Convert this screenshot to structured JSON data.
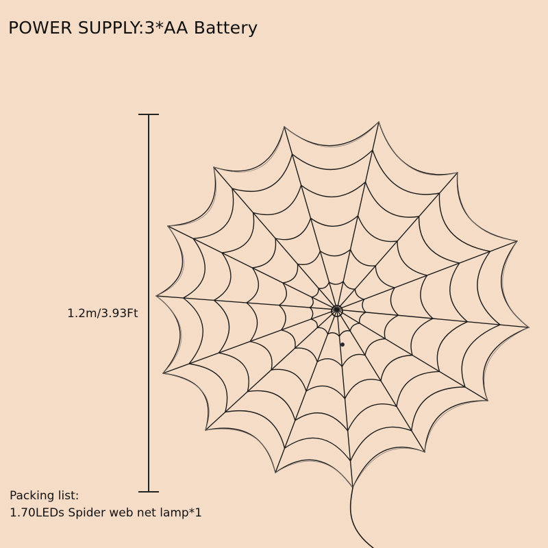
{
  "headline": "POWER SUPPLY:3*AA Battery",
  "dimension": {
    "label": "1.2m/3.93Ft"
  },
  "packing": {
    "title": "Packing list:",
    "item": "1.70LEDs Spider web net lamp*1"
  },
  "colors": {
    "background": "#f5dcc6",
    "web_line": "#1c1c1c",
    "text": "#111111"
  },
  "icons": {
    "web": "spider-web-icon",
    "spider": "spider-icon"
  }
}
